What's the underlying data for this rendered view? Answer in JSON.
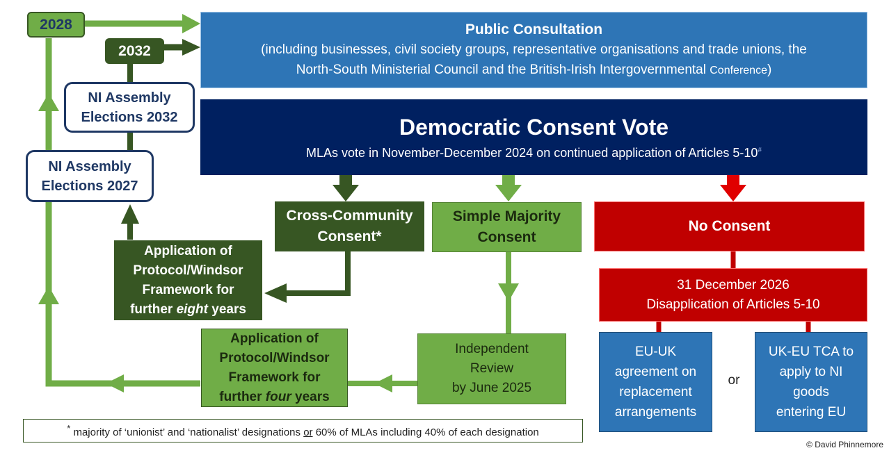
{
  "colors": {
    "light_green": "#70ad47",
    "dark_green": "#375623",
    "mid_green": "#548235",
    "navy": "#002060",
    "blue": "#2e75b6",
    "red": "#c00000",
    "outline_navy": "#1f3864"
  },
  "badges": {
    "y2028": "2028",
    "y2032": "2032"
  },
  "public_consultation": {
    "title": "Public Consultation",
    "line1": "(including businesses, civil society groups, representative organisations and trade unions, the",
    "line2a": "North-South Ministerial Council and the British-Irish Intergovernmental ",
    "line2b": "Conference",
    "line2c": ")"
  },
  "vote": {
    "title": "Democratic Consent Vote",
    "subtitle": "MLAs vote in November-December 2024 on continued application of Articles 5-10",
    "mark": "#"
  },
  "elections": {
    "e2032_line1": "NI Assembly",
    "e2032_line2": "Elections 2032",
    "e2027_line1": "NI Assembly",
    "e2027_line2": "Elections 2027"
  },
  "cross_community": {
    "line1": "Cross-Community",
    "line2": "Consent*"
  },
  "simple_majority": {
    "line1": "Simple Majority",
    "line2": "Consent"
  },
  "no_consent": {
    "label": "No Consent"
  },
  "eight_years": {
    "line1": "Application  of",
    "line2": "Protocol/Windsor",
    "line3": "Framework for",
    "line4a": "further ",
    "line4b": "eight",
    "line4c": " years"
  },
  "four_years": {
    "line1": "Application of",
    "line2": "Protocol/Windsor",
    "line3": "Framework for",
    "line4a": "further ",
    "line4b": "four",
    "line4c": " years"
  },
  "independent_review": {
    "line1": "Independent",
    "line2": "Review",
    "line3": "by June 2025"
  },
  "disapplication": {
    "line1": "31 December 2026",
    "line2": "Disapplication of Articles 5-10"
  },
  "eu_uk": {
    "line1": "EU-UK",
    "line2": "agreement on",
    "line3": "replacement",
    "line4": "arrangements"
  },
  "or_label": "or",
  "uk_eu": {
    "line1": "UK-EU TCA to",
    "line2": "apply to NI",
    "line3": "goods",
    "line4": "entering EU"
  },
  "footnote": {
    "star": "*",
    "text_a": " majority of ‘unionist’ and ‘nationalist’ designations ",
    "text_or": "or",
    "text_b": " 60% of MLAs including 40% of each designation"
  },
  "copyright": "© David Phinnemore"
}
